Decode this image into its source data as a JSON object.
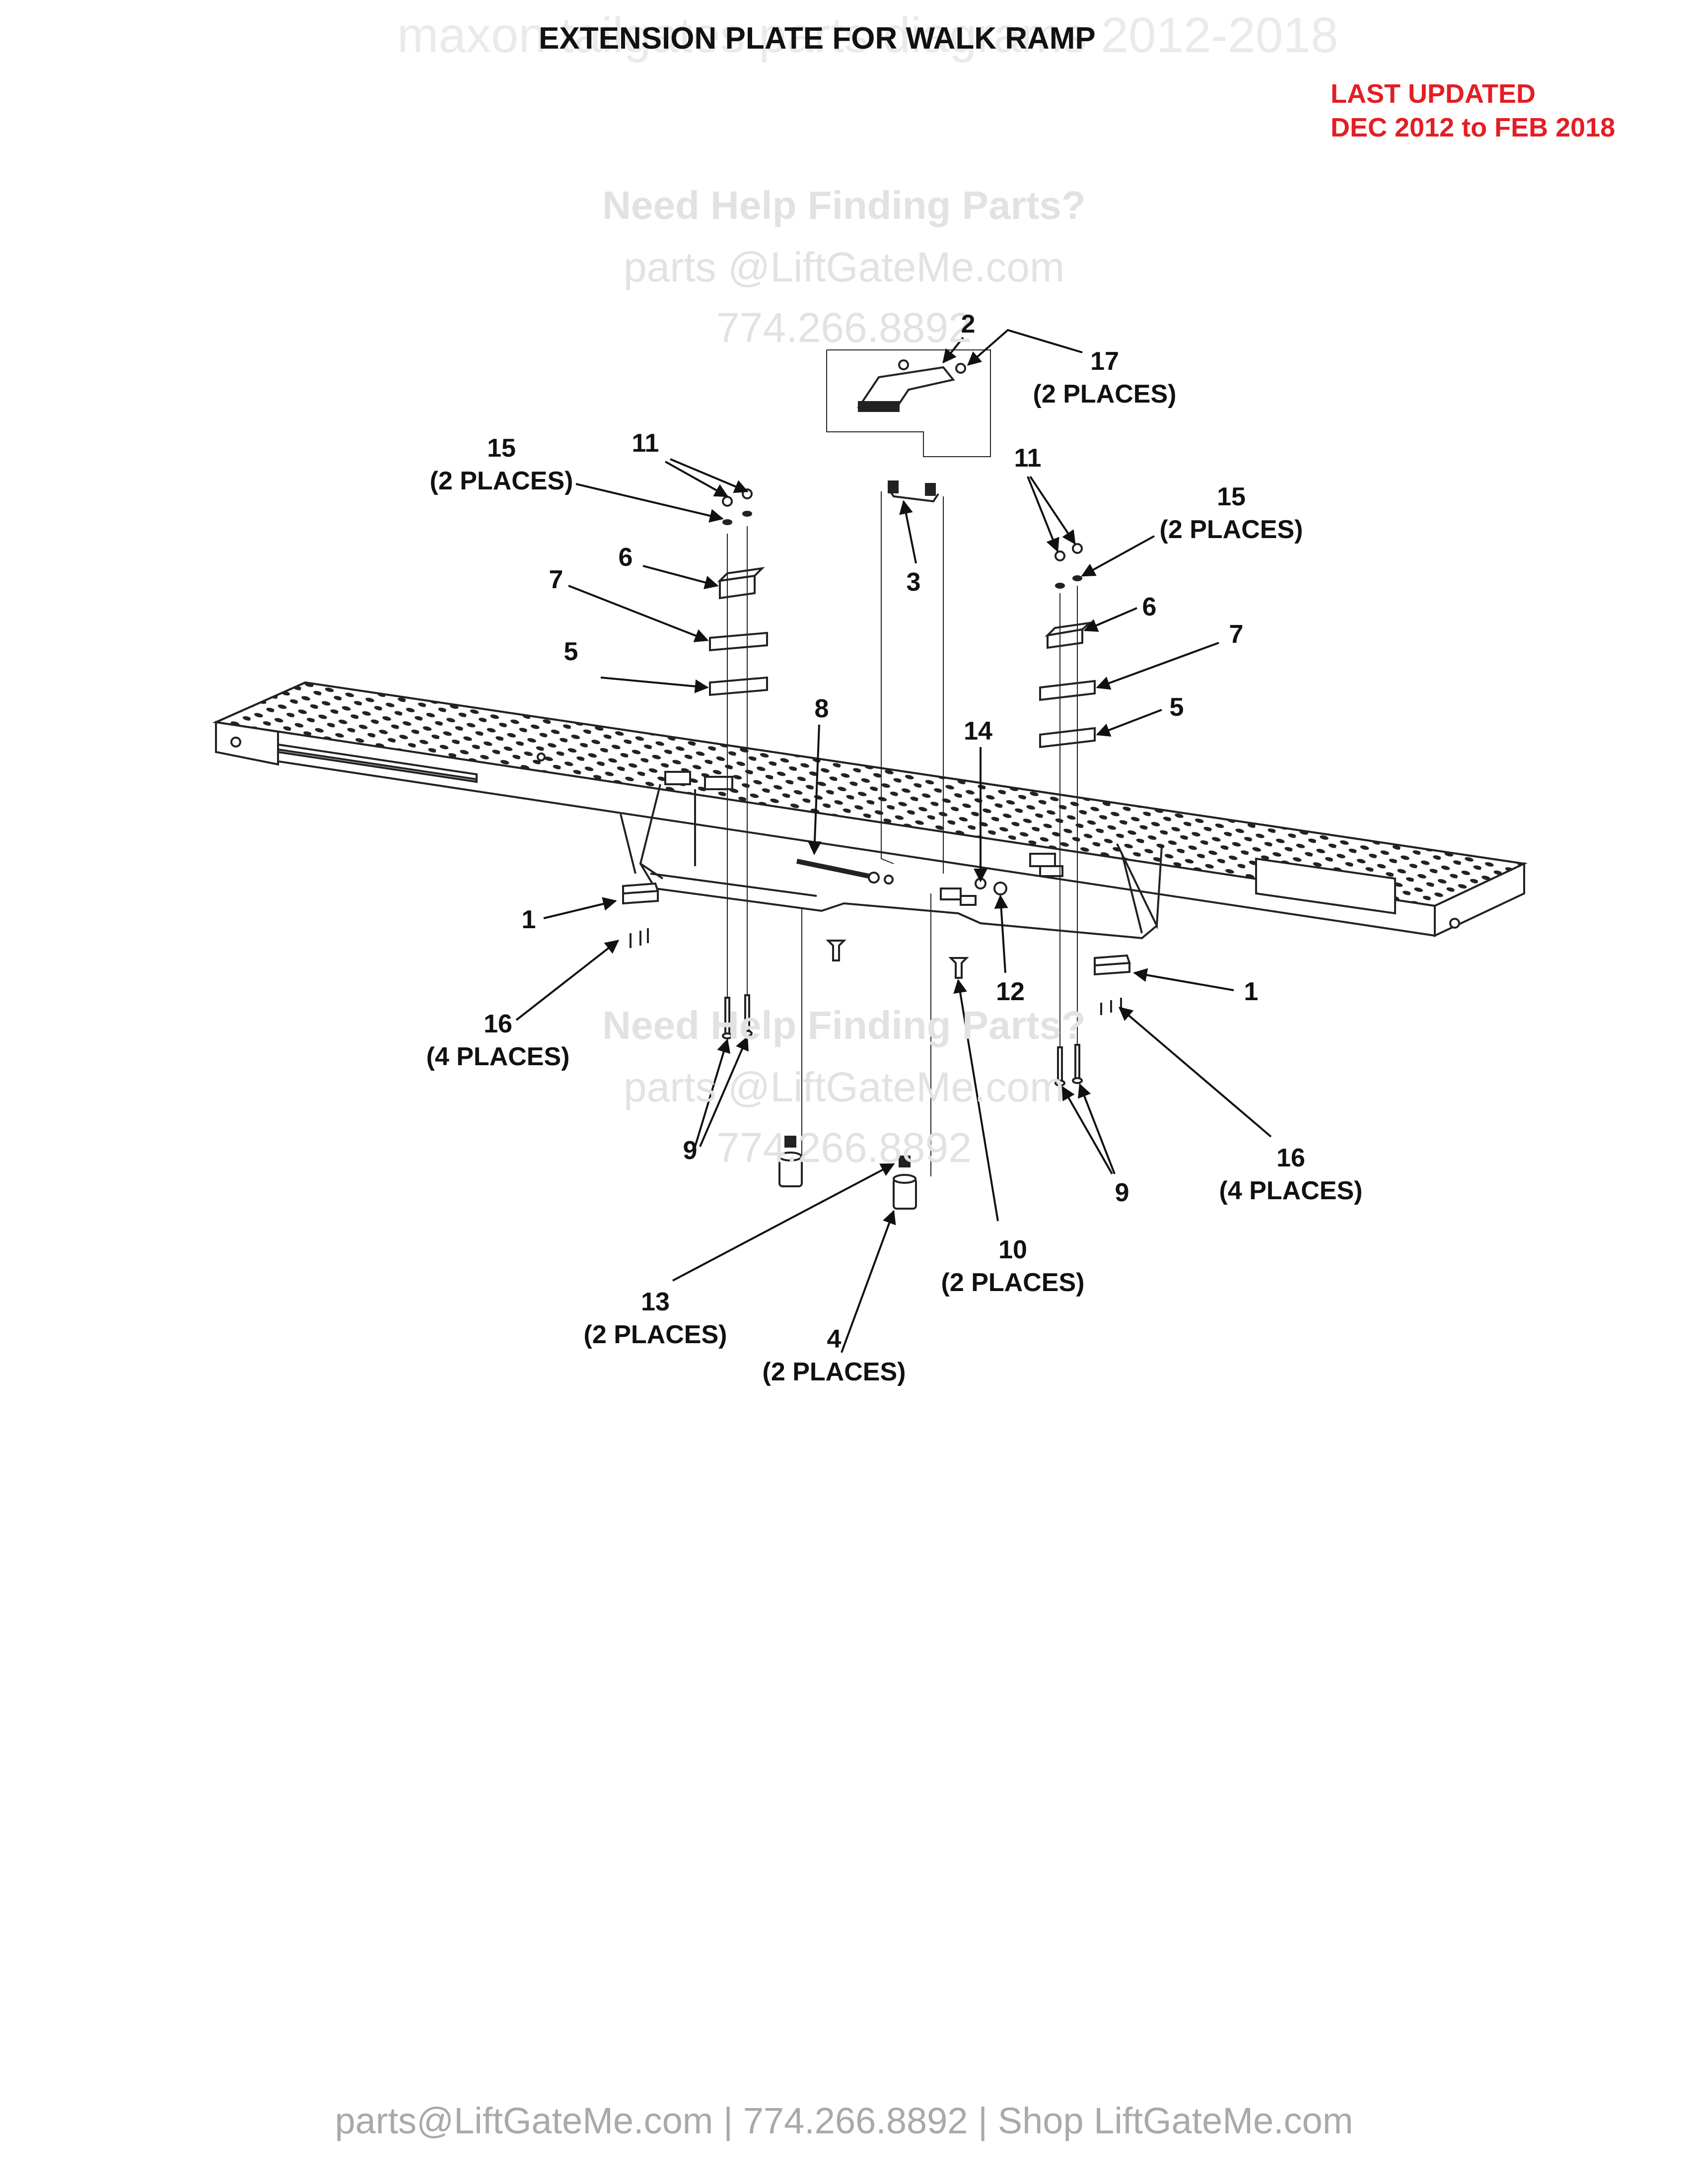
{
  "header": {
    "watermark_title": "maxon tailgates parts diagrams 2012-2018",
    "title": "EXTENSION PLATE FOR WALK RAMP",
    "updated_line1": "LAST UPDATED",
    "updated_line2": "DEC 2012 to FEB 2018"
  },
  "watermarks": [
    {
      "help": "Need Help Finding Parts?",
      "email": "parts @LiftGateMe.com",
      "phone": "774.266.8892"
    },
    {
      "help": "Need Help Finding Parts?",
      "email": "parts @LiftGateMe.com",
      "phone": "774.266.8892"
    }
  ],
  "callouts": [
    {
      "num": "1"
    },
    {
      "num": "1"
    },
    {
      "num": "2"
    },
    {
      "num": "3"
    },
    {
      "num": "4",
      "note": "(2 PLACES)"
    },
    {
      "num": "5"
    },
    {
      "num": "5"
    },
    {
      "num": "6"
    },
    {
      "num": "6"
    },
    {
      "num": "7"
    },
    {
      "num": "7"
    },
    {
      "num": "8"
    },
    {
      "num": "9"
    },
    {
      "num": "9"
    },
    {
      "num": "10",
      "note": "(2 PLACES)"
    },
    {
      "num": "11"
    },
    {
      "num": "11"
    },
    {
      "num": "12"
    },
    {
      "num": "13",
      "note": "(2 PLACES)"
    },
    {
      "num": "14"
    },
    {
      "num": "15",
      "note": "(2 PLACES)"
    },
    {
      "num": "15",
      "note": "(2 PLACES)"
    },
    {
      "num": "16",
      "note": "(4 PLACES)"
    },
    {
      "num": "16",
      "note": "(4 PLACES)"
    },
    {
      "num": "17",
      "note": "(2 PLACES)"
    }
  ],
  "footer": "parts@LiftGateMe.com | 774.266.8892 | Shop LiftGateMe.com",
  "colors": {
    "accent": "#e31e24",
    "line": "#222222",
    "watermark": "#e2e2e2",
    "footer": "#a9a9a9"
  }
}
